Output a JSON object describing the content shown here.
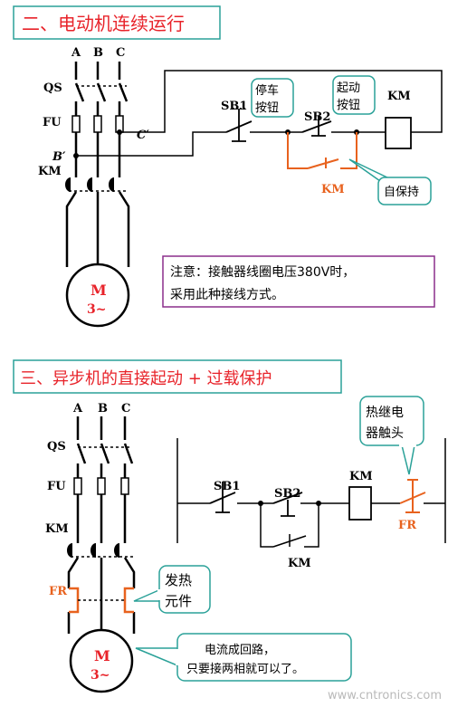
{
  "section1": {
    "title": "二、电动机连续运行",
    "phases": [
      "A",
      "B",
      "C"
    ],
    "labels": {
      "qs": "QS",
      "fu": "FU",
      "km": "KM",
      "c_prime": "C′",
      "b_prime": "B′",
      "sb1": "SB1",
      "sb2": "SB2",
      "km_coil": "KM",
      "km_contact": "KM"
    },
    "callouts": {
      "stop_button_1": "停车",
      "stop_button_2": "按钮",
      "start_button_1": "起动",
      "start_button_2": "按钮",
      "self_hold": "自保持"
    },
    "motor": {
      "m": "M",
      "type": "3~"
    },
    "note": {
      "line1": "注意：接触器线圈电压380V时，",
      "line2": "采用此种接线方式。"
    }
  },
  "section2": {
    "title": "三、异步机的直接起动 + 过载保护",
    "phases": [
      "A",
      "B",
      "C"
    ],
    "labels": {
      "qs": "QS",
      "fu": "FU",
      "km": "KM",
      "fr": "FR",
      "sb1": "SB1",
      "sb2": "SB2",
      "km_coil": "KM",
      "km_contact": "KM",
      "fr_contact": "FR"
    },
    "callouts": {
      "relay_contact_1": "热继电",
      "relay_contact_2": "器触头",
      "heating_element_1": "发热",
      "heating_element_2": "元件",
      "circuit_note_1": "电流成回路，",
      "circuit_note_2": "只要接两相就可以了。"
    },
    "motor": {
      "m": "M",
      "type": "3~"
    }
  },
  "watermark": "www.cntronics.com",
  "colors": {
    "title_red": "#e8232a",
    "orange": "#e8621e",
    "teal_box": "#2aa198",
    "purple_box": "#8b2f8b",
    "line": "#000000"
  }
}
